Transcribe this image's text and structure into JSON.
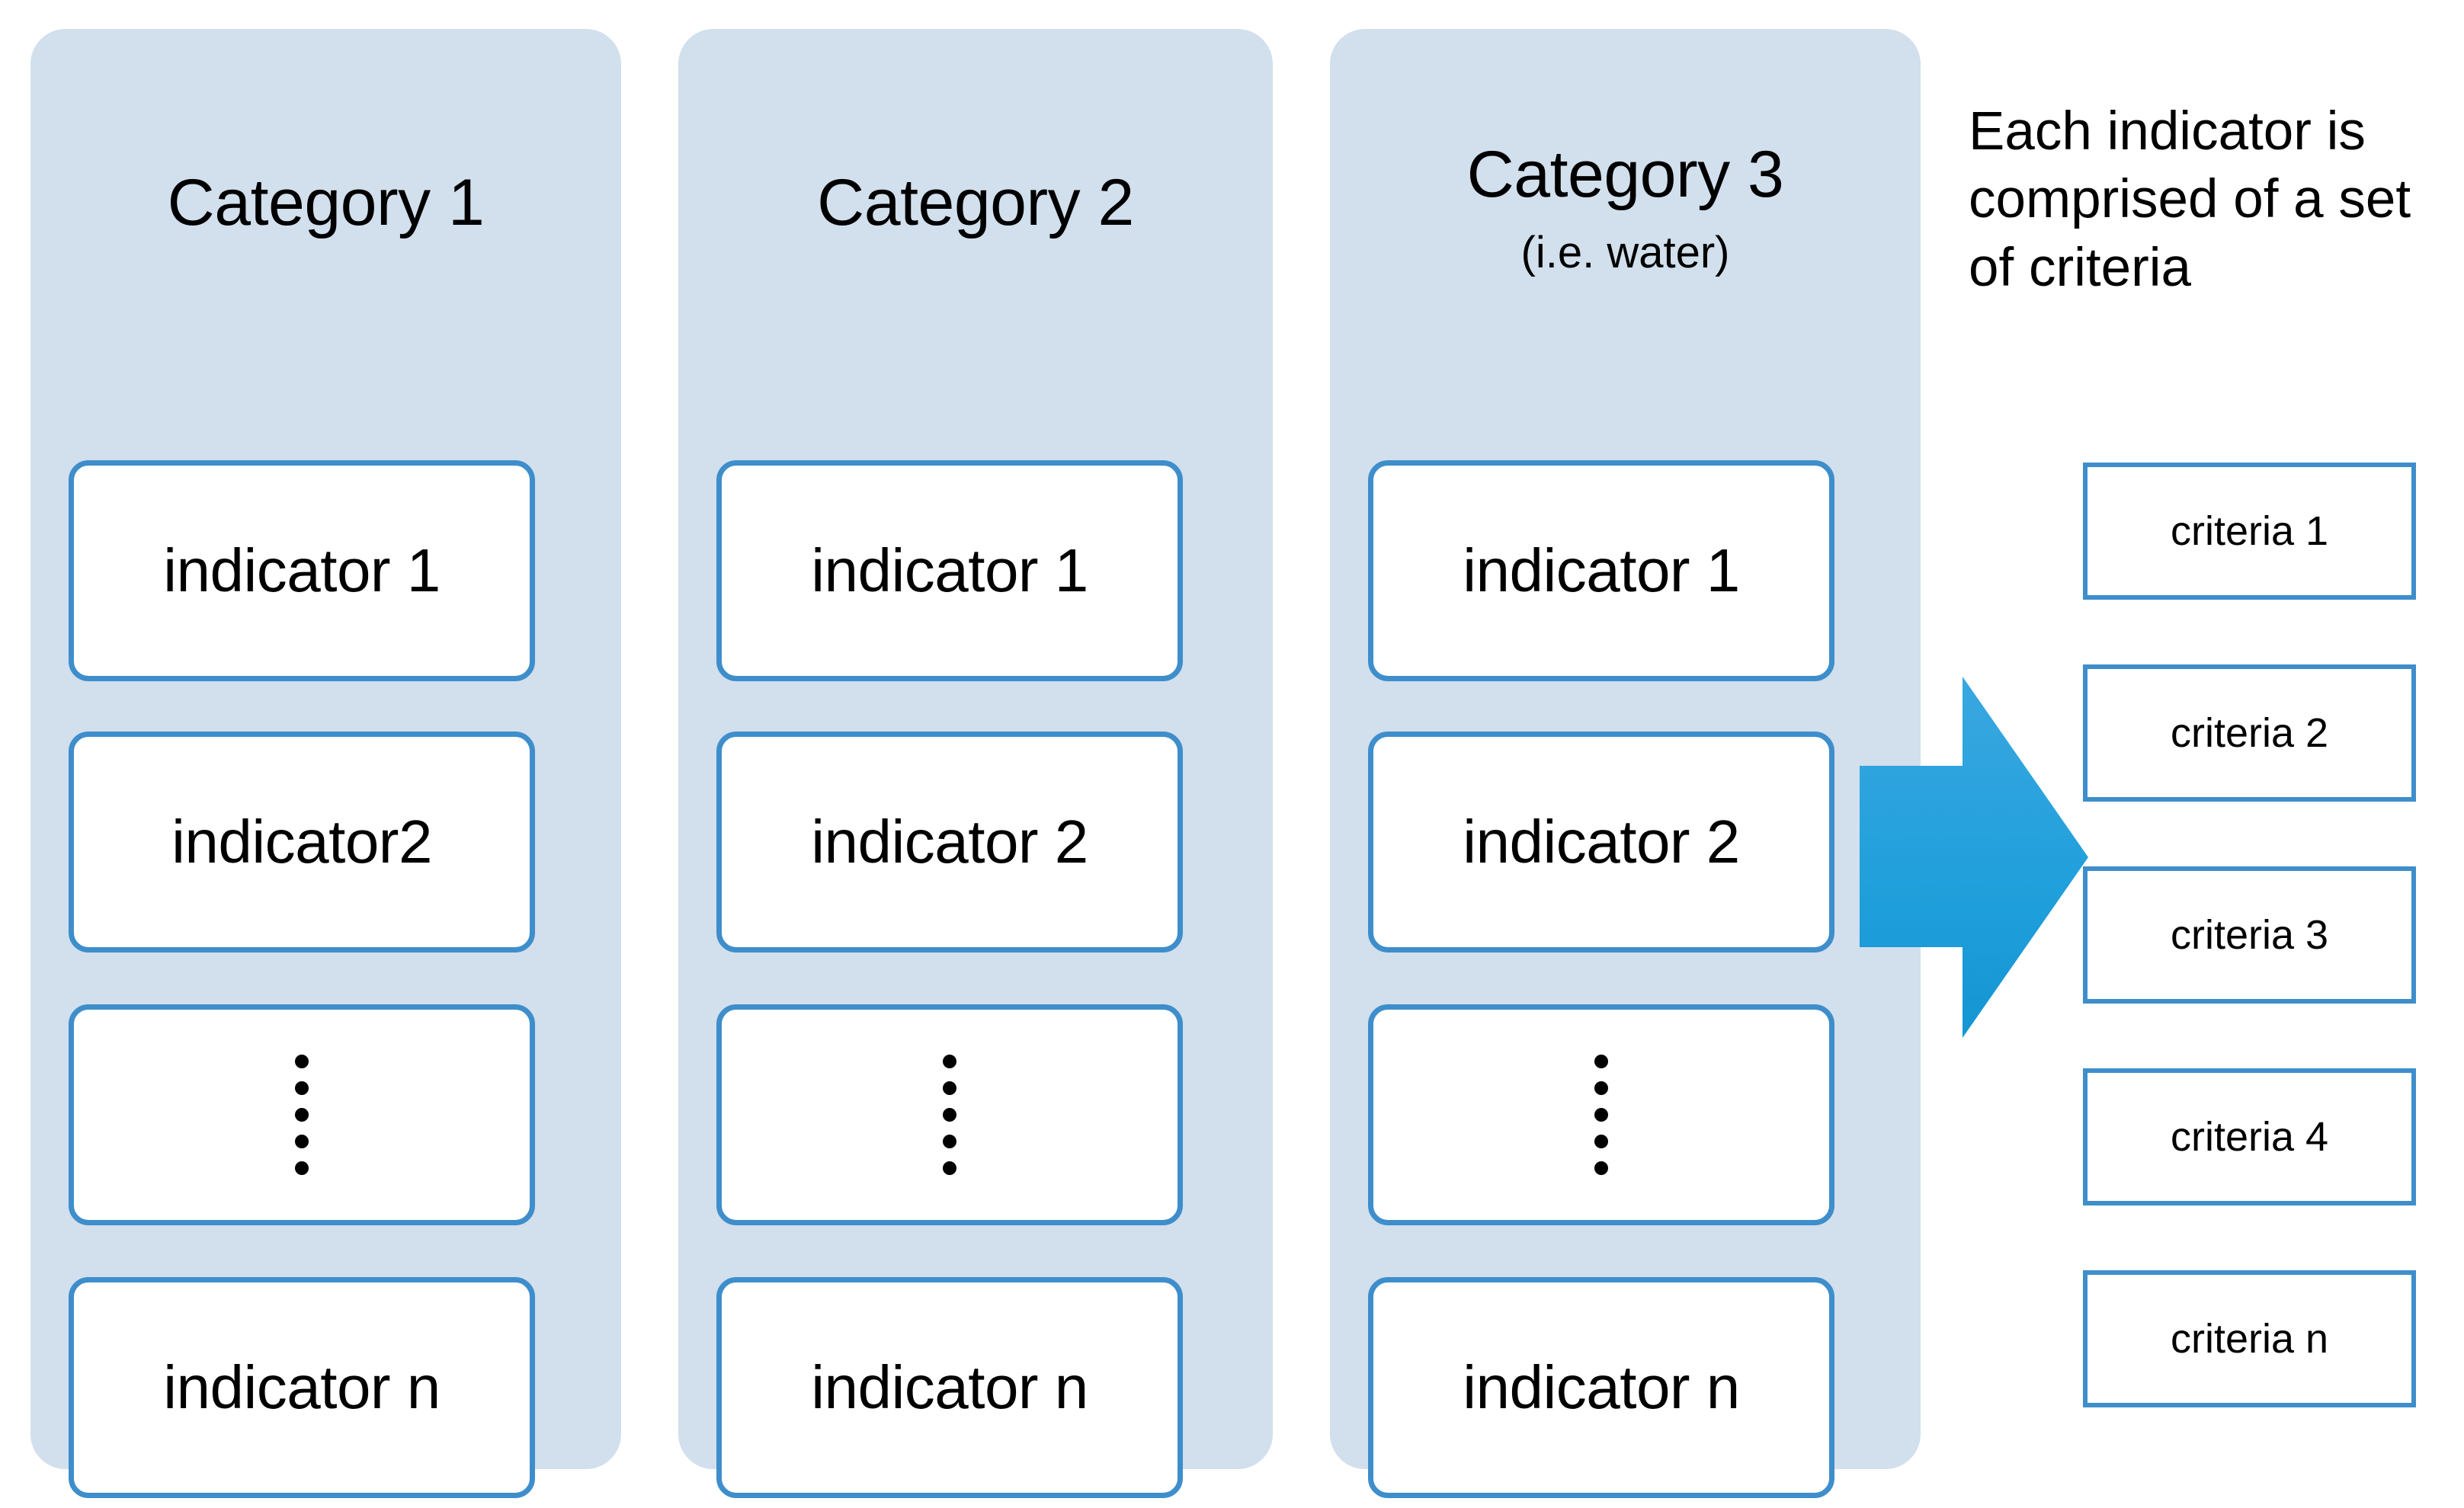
{
  "diagram": {
    "note": "Each indicator is comprised of a set of criteria",
    "arrow_icon": "right-block-arrow-icon",
    "ellipsis_icon": "vertical-ellipsis-icon"
  },
  "colors": {
    "panel_background": "#d2dfed",
    "box_border": "#3e8ecb",
    "box_fill": "#ffffff",
    "arrow_fill": "#2ba0dc",
    "text": "#000000",
    "page_background": "#ffffff"
  },
  "categories": [
    {
      "title": "Category 1",
      "subtitle": "",
      "indicators": [
        "indicator 1",
        "indicator2",
        "",
        "indicator n"
      ]
    },
    {
      "title": "Category 2",
      "subtitle": "",
      "indicators": [
        "indicator 1",
        "indicator 2",
        "",
        "indicator n"
      ]
    },
    {
      "title": "Category 3",
      "subtitle": "(i.e. water)",
      "indicators": [
        "indicator 1",
        "indicator 2",
        "",
        "indicator n"
      ]
    }
  ],
  "criteria": [
    "criteria 1",
    "criteria 2",
    "criteria 3",
    "criteria 4",
    "criteria n"
  ]
}
